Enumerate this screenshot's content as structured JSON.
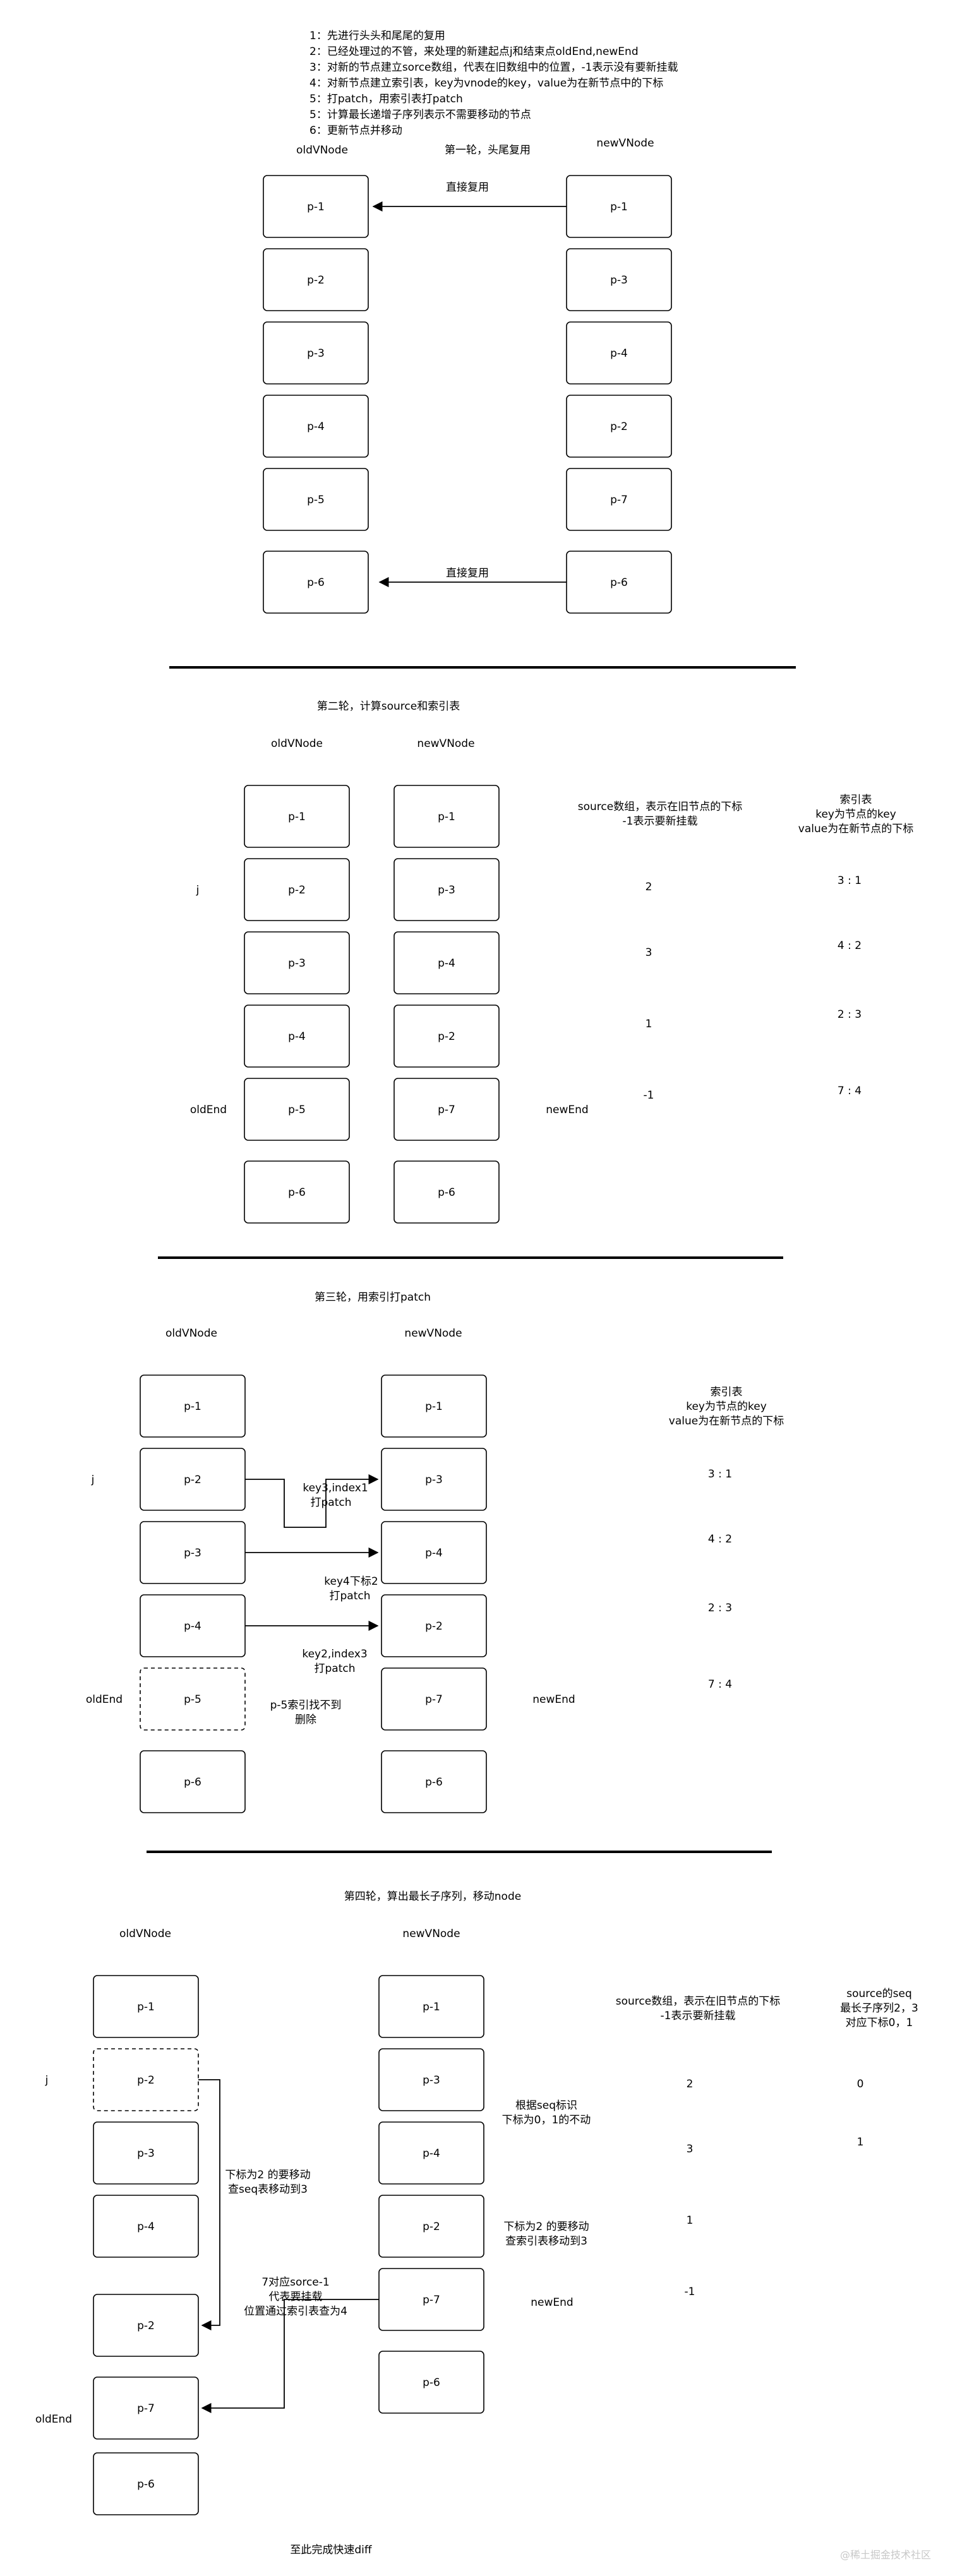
{
  "intro": [
    "1：先进行头头和尾尾的复用",
    "2：已经处理过的不管，来处理的新建起点j和结束点oldEnd,newEnd",
    "3：对新的节点建立sorce数组，代表在旧数组中的位置，-1表示没有要新挂载",
    "4：对新节点建立索引表，key为vnode的key，value为在新节点中的下标",
    "5：打patch，用索引表打patch",
    "5：计算最长递增子序列表示不需要移动的节点",
    "6：更新节点并移动"
  ],
  "round1": {
    "title": "第一轮，头尾复用",
    "old_label": "oldVNode",
    "new_label": "newVNode",
    "old_nodes": [
      "p-1",
      "p-2",
      "p-3",
      "p-4",
      "p-5",
      "p-6"
    ],
    "new_nodes": [
      "p-1",
      "p-3",
      "p-4",
      "p-2",
      "p-7",
      "p-6"
    ],
    "reuse_top": "直接复用",
    "reuse_bottom": "直接复用"
  },
  "round2": {
    "title": "第二轮，计算source和索引表",
    "old_label": "oldVNode",
    "new_label": "newVNode",
    "old_nodes": [
      "p-1",
      "p-2",
      "p-3",
      "p-4",
      "p-5",
      "p-6"
    ],
    "new_nodes": [
      "p-1",
      "p-3",
      "p-4",
      "p-2",
      "p-7",
      "p-6"
    ],
    "j": "j",
    "old_end": "oldEnd",
    "new_end": "newEnd",
    "source_header": [
      "source数组，表示在旧节点的下标",
      "-1表示要新挂载"
    ],
    "source_values": [
      "2",
      "3",
      "1",
      "-1"
    ],
    "index_header": [
      "索引表",
      "key为节点的key",
      "value为在新节点的下标"
    ],
    "index_values": [
      "3 : 1",
      "4 : 2",
      "2 : 3",
      "7 : 4"
    ]
  },
  "round3": {
    "title": "第三轮，用索引打patch",
    "old_label": "oldVNode",
    "new_label": "newVNode",
    "old_nodes": [
      "p-1",
      "p-2",
      "p-3",
      "p-4",
      "p-5",
      "p-6"
    ],
    "new_nodes": [
      "p-1",
      "p-3",
      "p-4",
      "p-2",
      "p-7",
      "p-6"
    ],
    "j": "j",
    "old_end": "oldEnd",
    "new_end": "newEnd",
    "edge1": [
      "key3,index1",
      "打patch"
    ],
    "edge2": [
      "key4下标2",
      "打patch"
    ],
    "edge3": [
      "key2,index3",
      "打patch"
    ],
    "not_found": [
      "p-5索引找不到",
      "删除"
    ],
    "index_header": [
      "索引表",
      "key为节点的key",
      "value为在新节点的下标"
    ],
    "index_values": [
      "3 : 1",
      "4 : 2",
      "2 : 3",
      "7 : 4"
    ]
  },
  "round4": {
    "title": "第四轮，算出最长子序列，移动node",
    "old_label": "oldVNode",
    "new_label": "newVNode",
    "old_nodes": [
      "p-1",
      "p-2",
      "p-3",
      "p-4",
      "p-2",
      "p-7",
      "p-6"
    ],
    "new_nodes": [
      "p-1",
      "p-3",
      "p-4",
      "p-2",
      "p-7",
      "p-6"
    ],
    "j": "j",
    "old_end": "oldEnd",
    "new_end": "newEnd",
    "move_note": [
      "下标为2 的要移动",
      "查seq表移动到3"
    ],
    "seq_note": [
      "根据seq标识",
      "下标为0，1的不动"
    ],
    "index_note": [
      "下标为2 的要移动",
      "查索引表移动到3"
    ],
    "mount_note": [
      "7对应sorce-1",
      "代表要挂载",
      "位置通过索引表查为4"
    ],
    "source_header": [
      "source数组，表示在旧节点的下标",
      "-1表示要新挂载"
    ],
    "source_values": [
      "2",
      "3",
      "1",
      "-1"
    ],
    "seq_header": [
      "source的seq",
      "最长子序列2，3",
      "对应下标0，1"
    ],
    "seq_values": [
      "0",
      "1"
    ]
  },
  "footer": "至此完成快速diff",
  "watermark": "@稀土掘金技术社区"
}
